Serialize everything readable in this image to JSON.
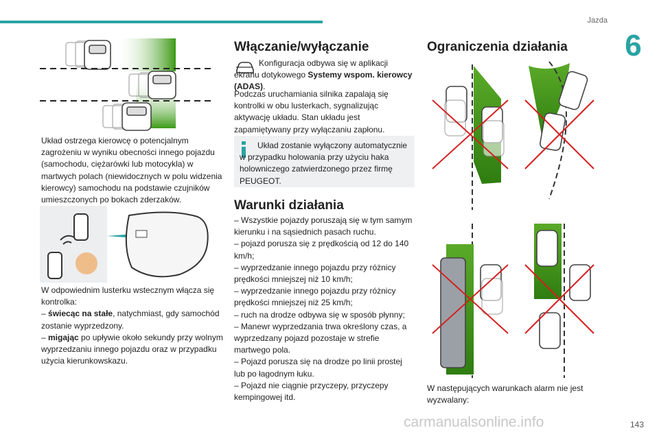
{
  "header": {
    "section": "Jazda",
    "chapter": "6",
    "page": "143"
  },
  "left": {
    "caption1": "Układ ostrzega kierowcę o potencjalnym zagrożeniu w wyniku obecności innego pojazdu (samochodu, ciężarówki lub motocykla) w martwych polach (niewidocznych w polu widzenia kierowcy) samochodu na podstawie czujników umieszczonych po bokach zderzaków.",
    "intro": "W odpowiednim lusterku wstecznym włącza się kontrolka:",
    "item1_bold": "świecąc na stałe",
    "item1_rest": ", natychmiast, gdy samochód zostanie wyprzedzony.",
    "item2_bold": "migając",
    "item2_rest": " po upływie około sekundy przy wolnym wyprzedzaniu innego pojazdu oraz w przypadku użycia kierunkowskazu."
  },
  "middle": {
    "title": "Włączanie/wyłączanie",
    "config_text": "Konfiguracja odbywa się w aplikacji ekranu dotykowego ",
    "config_bold": "Systemy wspom. kierowcy (ADAS)",
    "config_end": ".",
    "para2": "Podczas uruchamiania silnika zapalają się kontrolki w obu lusterkach, sygnalizując aktywację układu. Stan układu jest zapamiętywany przy wyłączaniu zapłonu.",
    "info": "Układ zostanie wyłączony automatycznie w przypadku holowania przy użyciu haka holowniczego zatwierdzonego przez firmę PEUGEOT.",
    "title2": "Warunki działania",
    "conditions": [
      "– Wszystkie pojazdy poruszają się w tym samym kierunku i na sąsiednich pasach ruchu.",
      "– pojazd porusza się z prędkością od 12 do 140 km/h;",
      "– wyprzedzanie innego pojazdu przy różnicy prędkości mniejszej niż 10 km/h;",
      "– wyprzedzanie innego pojazdu przy różnicy prędkości mniejszej niż 25 km/h;",
      "– ruch na drodze odbywa się w sposób płynny;",
      "– Manewr wyprzedzania trwa określony czas, a wyprzedzany pojazd pozostaje w strefie martwego pola.",
      "– Pojazd porusza się na drodze po linii prostej lub po łagodnym łuku.",
      "– Pojazd nie ciągnie przyczepy, przyczepy kempingowej itd."
    ]
  },
  "right": {
    "title": "Ograniczenia działania",
    "caption": "W następujących warunkach alarm nie jest wyzwalany:"
  },
  "watermark": "carmanualsonline.info",
  "colors": {
    "accent": "#2aa3a3",
    "zone_green": "#3f9a1a",
    "cross_red": "#d42020"
  }
}
